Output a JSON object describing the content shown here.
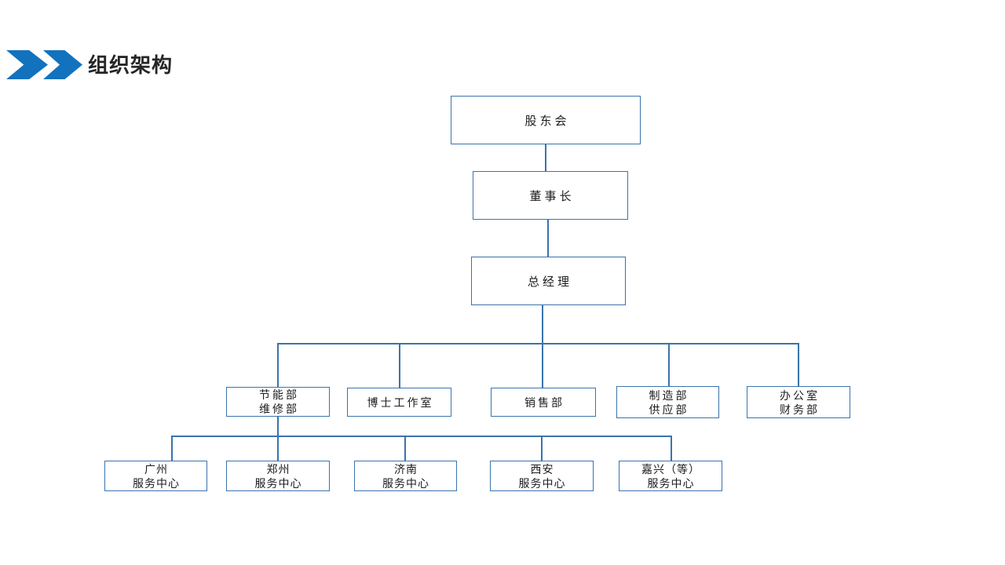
{
  "slide": {
    "title": "组织架构"
  },
  "colors": {
    "accent_blue": "#1272BD",
    "line_blue": "#3B73AD",
    "title_text": "#262626",
    "node_text": "#1c1c1c",
    "background": "#ffffff"
  },
  "org_chart": {
    "nodes": {
      "shareholders": {
        "label": "股东会"
      },
      "chairman": {
        "label": "董事长"
      },
      "general_manager": {
        "label": "总经理"
      },
      "energy_maintenance": {
        "line1": "节能部",
        "line2": "维修部"
      },
      "doctor_studio": {
        "label": "博士工作室"
      },
      "sales": {
        "label": "销售部"
      },
      "manufacturing_supply": {
        "line1": "制造部",
        "line2": "供应部"
      },
      "office_finance": {
        "line1": "办公室",
        "line2": "财务部"
      },
      "sc_guangzhou": {
        "line1": "广州",
        "line2": "服务中心"
      },
      "sc_zhengzhou": {
        "line1": "郑州",
        "line2": "服务中心"
      },
      "sc_jinan": {
        "line1": "济南",
        "line2": "服务中心"
      },
      "sc_xian": {
        "line1": "西安",
        "line2": "服务中心"
      },
      "sc_jiaxing": {
        "line1": "嘉兴（等）",
        "line2": "服务中心"
      }
    },
    "hierarchy": [
      "股东会 > 董事长 > 总经理",
      "总经理 > 节能部维修部 / 博士工作室 / 销售部 / 制造部供应部 / 办公室财务部",
      "节能部维修部 > 广州服务中心 / 郑州服务中心 / 济南服务中心 / 西安服务中心 / 嘉兴（等）服务中心"
    ]
  }
}
